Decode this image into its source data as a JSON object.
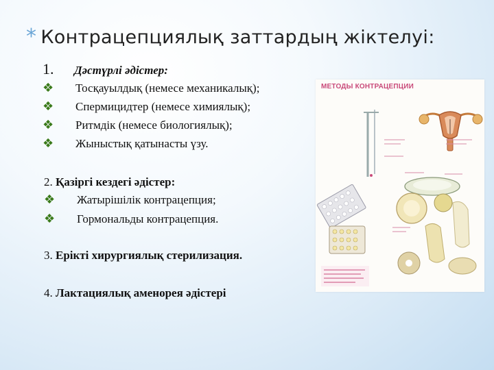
{
  "title": {
    "star": "*",
    "text": "Контрацепциялық заттардың жіктелуі:"
  },
  "section1": {
    "number": "1.",
    "heading": "Дәстүрлі әдістер:",
    "items": [
      "Тосқауылдық (немесе механикалық);",
      "Спермицидтер (немесе химиялық);",
      "Ритмдік (немесе биологиялық);",
      "Жыныстық қатынасты үзу."
    ]
  },
  "section2": {
    "number": "2.",
    "heading": "Қазіргі кездегі әдістер:",
    "items": [
      "Жатырішілік контрацепция;",
      "Гормональды контрацепция."
    ]
  },
  "section3": {
    "number": "3.",
    "heading": "Ерікті хирургиялық стерилизация."
  },
  "section4": {
    "number": "4.",
    "heading": "Лактациялық аменорея әдістері"
  },
  "bullet_glyph": "❖",
  "figure": {
    "title": "МЕТОДЫ КОНТРАЦЕПЦИИ"
  },
  "colors": {
    "bullet": "#3a7a1a",
    "title_star": "#6aa5d6",
    "figure_accent": "#c94a7a"
  }
}
